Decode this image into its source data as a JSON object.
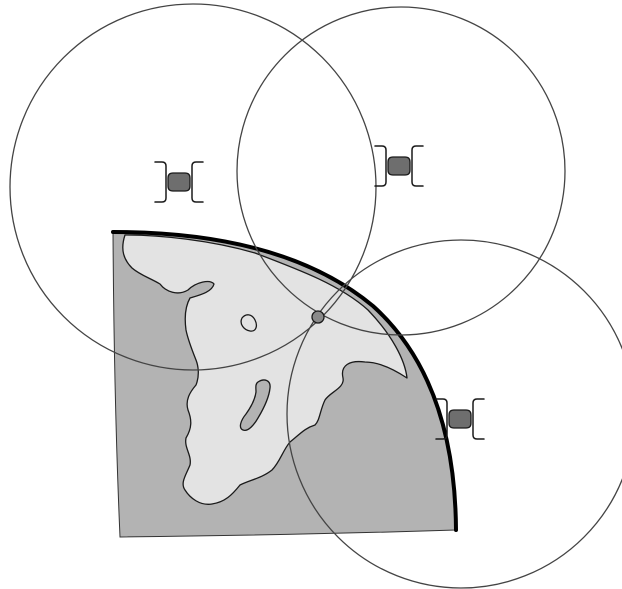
{
  "diagram": {
    "kind": "satellite-trilateration",
    "satellite_count": 3,
    "range_circle_count": 3,
    "receiver_count": 1
  },
  "colors": {
    "background": "#ffffff",
    "ocean": "#b3b3b3",
    "land": "#e3e3e3",
    "outline": "#1a1a1a",
    "horizon": "#000000",
    "satellite": "#6e6e6e",
    "receiver": "#8a8a8a",
    "circle_stroke": "#444444"
  },
  "icons": {
    "satellite": "satellite-icon",
    "receiver": "receiver-position-icon"
  }
}
